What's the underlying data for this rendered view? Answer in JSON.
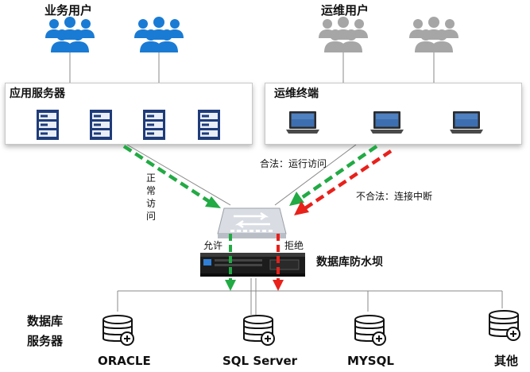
{
  "groups": {
    "business_users": "业务用户",
    "ops_users": "运维用户"
  },
  "zones": {
    "app_servers": "应用服务器",
    "ops_terminals": "运维终端"
  },
  "annotations": {
    "normal_access": [
      "正",
      "常",
      "访",
      "问"
    ],
    "legal": "合法：运行访问",
    "illegal": "不合法：连接中断",
    "allow": "允许",
    "deny": "拒绝"
  },
  "firewall": {
    "label": "数据库防水坝"
  },
  "db_group": {
    "line1": "数据库",
    "line2": "服务器"
  },
  "databases": [
    {
      "name": "ORACLE"
    },
    {
      "name": "SQL Server"
    },
    {
      "name": "MYSQL"
    },
    {
      "name": "其他"
    }
  ],
  "colors": {
    "business_user": "#1a7bd4",
    "ops_user": "#a6a6a6",
    "server": "#1f3c7a",
    "allow_arrow": "#22aa44",
    "deny_arrow": "#e8211b",
    "connector": "#888888",
    "firewall_body": "#1c1c1c"
  }
}
